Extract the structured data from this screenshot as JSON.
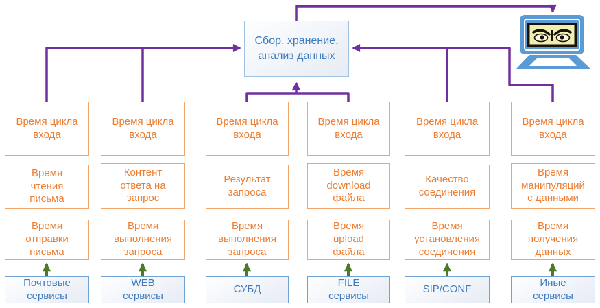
{
  "diagram": {
    "hub": {
      "label": "Сбор, хранение, анализ данных"
    },
    "columns": [
      {
        "id": "mail",
        "cycle": "Время цикла входа",
        "metric1": "Время чтения письма",
        "metric2": "Время отправки письма",
        "service": "Почтовые сервисы"
      },
      {
        "id": "web",
        "cycle": "Время цикла входа",
        "metric1": "Контент ответа на запрос",
        "metric2": "Время выполнения запроса",
        "service": "WEB сервисы"
      },
      {
        "id": "db",
        "cycle": "Время цикла входа",
        "metric1": "Результат запроса",
        "metric2": "Время выполнения запроса",
        "service": "СУБД"
      },
      {
        "id": "file",
        "cycle": "Время цикла входа",
        "metric1": "Время download файла",
        "metric2": "Время upload файла",
        "service": "FILE сервисы"
      },
      {
        "id": "sip",
        "cycle": "Время цикла входа",
        "metric1": "Качество соединения",
        "metric2": "Время установления соединения",
        "service": "SIP/CONF"
      },
      {
        "id": "other",
        "cycle": "Время цикла входа",
        "metric1": "Время манипуляций с данными",
        "metric2": "Время получения данных",
        "service": "Иные сервисы"
      }
    ],
    "icons": {
      "laptop": "surveillance-laptop-with-eyes"
    },
    "colors": {
      "purple_connector": "#7030A0",
      "green_arrow": "#4E7A28",
      "orange_border": "#F2A469",
      "orange_text": "#ED7D31",
      "blue_border": "#6FA3D3",
      "blue_text": "#3E7CBE",
      "hub_border": "#9CC2E5",
      "laptop_blue": "#5B9BD5",
      "eyes_bg": "#F2EDB0",
      "eyes_dark": "#16130C",
      "box_gradient_top": "#FDFEFF",
      "box_gradient_bottom": "#E7ECF4"
    }
  }
}
